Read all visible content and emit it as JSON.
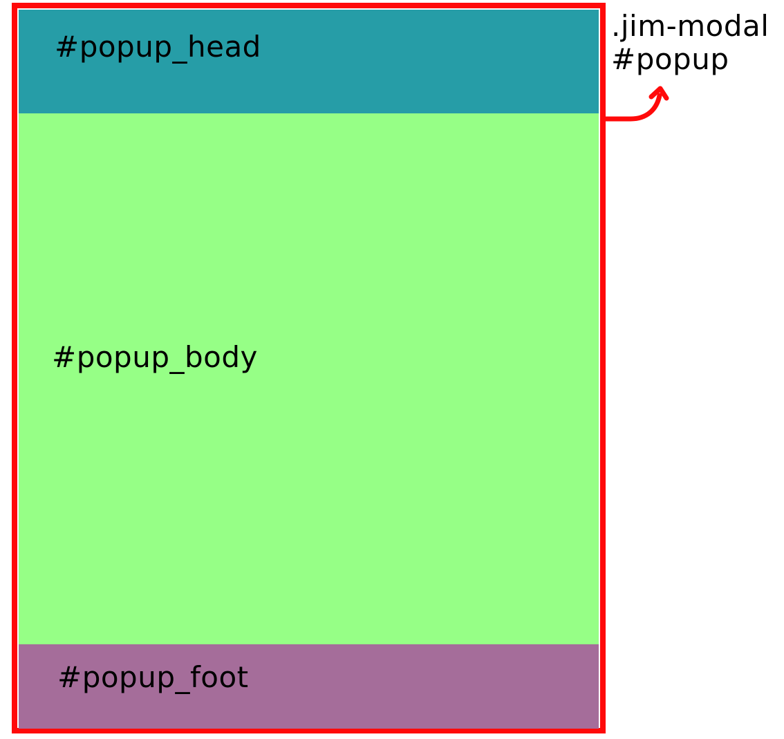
{
  "popup": {
    "frame_color": "#ff0a0a",
    "head": {
      "label": "#popup_head",
      "color": "#269da7"
    },
    "body": {
      "label": "#popup_body",
      "color": "#96ff86"
    },
    "foot": {
      "label": "#popup_foot",
      "color": "#a56d9a"
    }
  },
  "callout": {
    "line1": ".jim-modal",
    "line2": "#popup"
  }
}
